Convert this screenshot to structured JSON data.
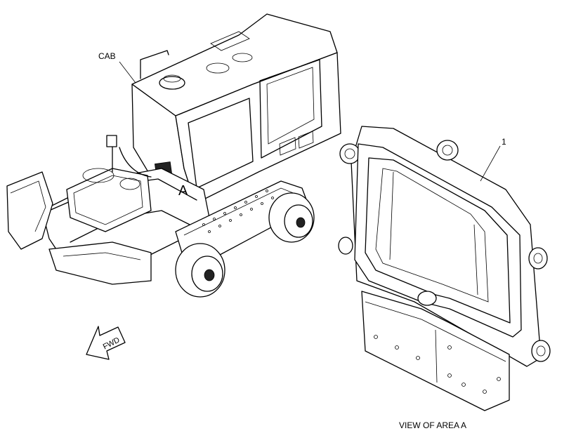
{
  "labels": {
    "cab": "CAB",
    "area_marker": "A",
    "callout_1": "1",
    "direction": "FWD",
    "view_caption": "VIEW OF AREA A"
  },
  "colors": {
    "line": "#000000",
    "background": "#ffffff"
  },
  "icons": {
    "direction_arrow": "fwd-arrow-icon"
  }
}
